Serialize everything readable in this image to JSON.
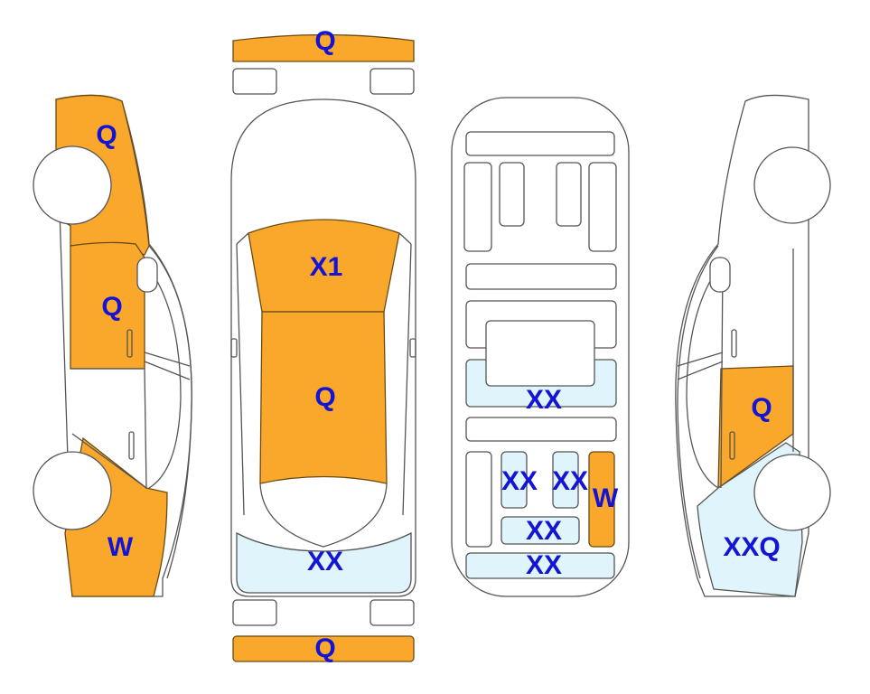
{
  "colors": {
    "damage_orange": "#f9a82c",
    "damage_blue": "#dff4fb",
    "label_text": "#1414d4",
    "outline": "#555555"
  },
  "labels": {
    "front_bumper": "Q",
    "left_front_fender": "Q",
    "left_front_door": "Q",
    "left_rear_quarter": "W",
    "hood": "X1",
    "roof": "Q",
    "rear_window": "XX",
    "rear_bumper": "Q",
    "underbody_center": "XX",
    "underbody_left_rear": "XX",
    "underbody_right_rear": "XX",
    "underbody_right_rail": "W",
    "underbody_rear_cross": "XX",
    "underbody_rear_bottom": "XX",
    "right_door": "Q",
    "right_rear_quarter": "XXQ"
  }
}
